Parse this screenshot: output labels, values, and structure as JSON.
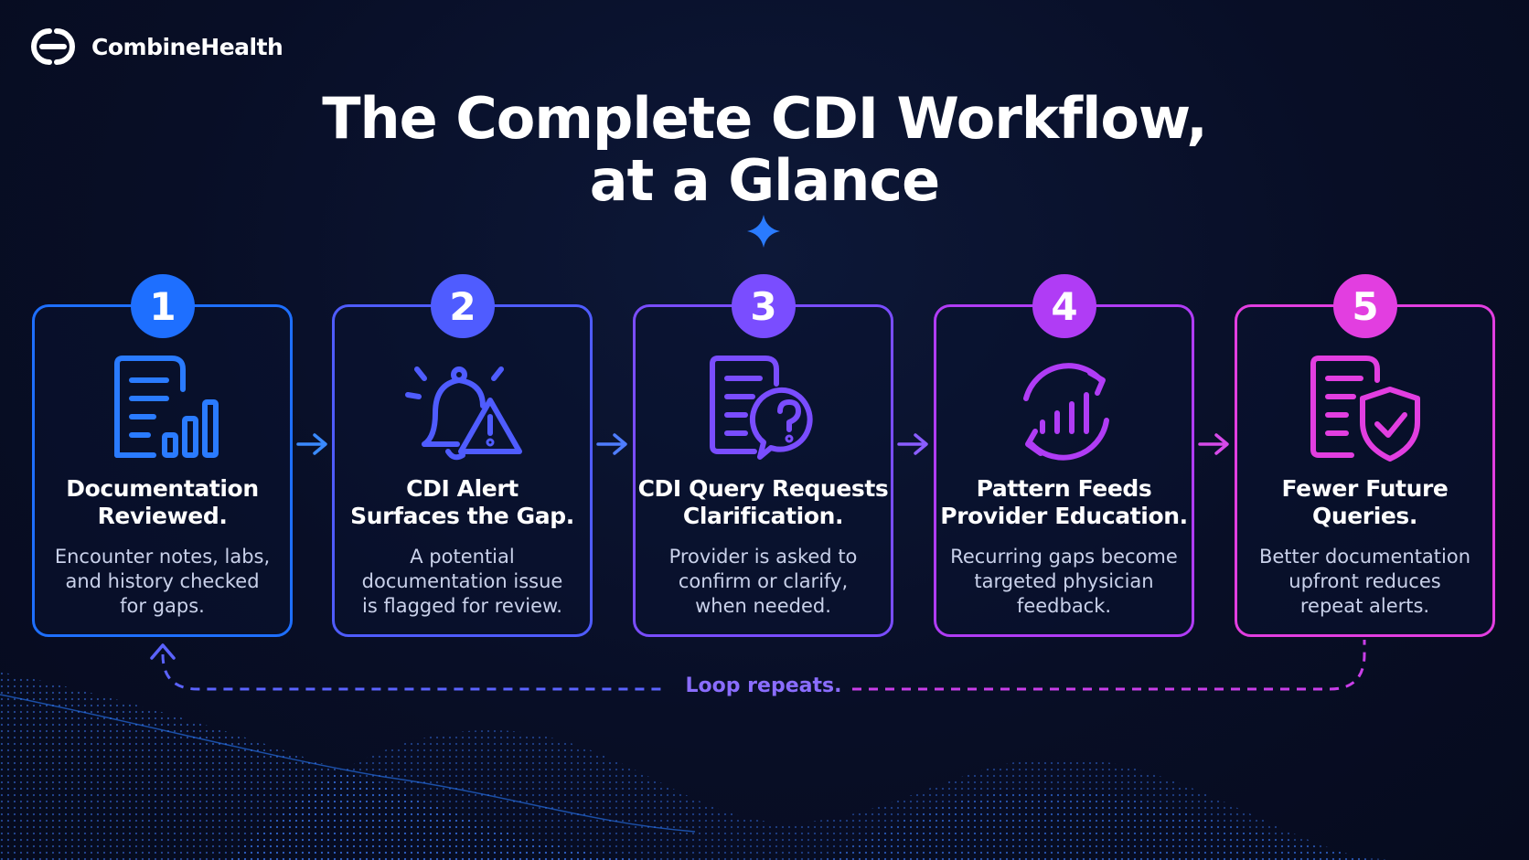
{
  "brand": {
    "name": "CombineHealth",
    "icon": "combinehealth-logo-icon"
  },
  "title": {
    "line1": "The Complete CDI Workflow,",
    "line2": "at a Glance"
  },
  "steps": [
    {
      "number": "1",
      "title_line1": "Documentation",
      "title_line2": "Reviewed.",
      "desc_line1": "Encounter notes, labs,",
      "desc_line2": "and history checked",
      "desc_line3": "for gaps.",
      "icon": "document-chart-icon",
      "color": "#1e6fff"
    },
    {
      "number": "2",
      "title_line1": "CDI Alert",
      "title_line2": "Surfaces the Gap.",
      "desc_line1": "A potential",
      "desc_line2": "documentation issue",
      "desc_line3": "is flagged for review.",
      "icon": "bell-alert-icon",
      "color": "#4f5cff"
    },
    {
      "number": "3",
      "title_line1": "CDI Query Requests",
      "title_line2": "Clarification.",
      "desc_line1": "Provider is asked to",
      "desc_line2": "confirm or clarify,",
      "desc_line3": "when needed.",
      "icon": "document-question-icon",
      "color": "#7a4dff"
    },
    {
      "number": "4",
      "title_line1": "Pattern Feeds",
      "title_line2": "Provider Education.",
      "desc_line1": "Recurring gaps become",
      "desc_line2": "targeted physician",
      "desc_line3": "feedback.",
      "icon": "cycle-chart-icon",
      "color": "#b03cf5"
    },
    {
      "number": "5",
      "title_line1": "Fewer Future",
      "title_line2": "Queries.",
      "desc_line1": "Better documentation",
      "desc_line2": "upfront reduces",
      "desc_line3": "repeat alerts.",
      "icon": "document-shield-icon",
      "color": "#e23ee0"
    }
  ],
  "loop": {
    "label": "Loop repeats."
  }
}
